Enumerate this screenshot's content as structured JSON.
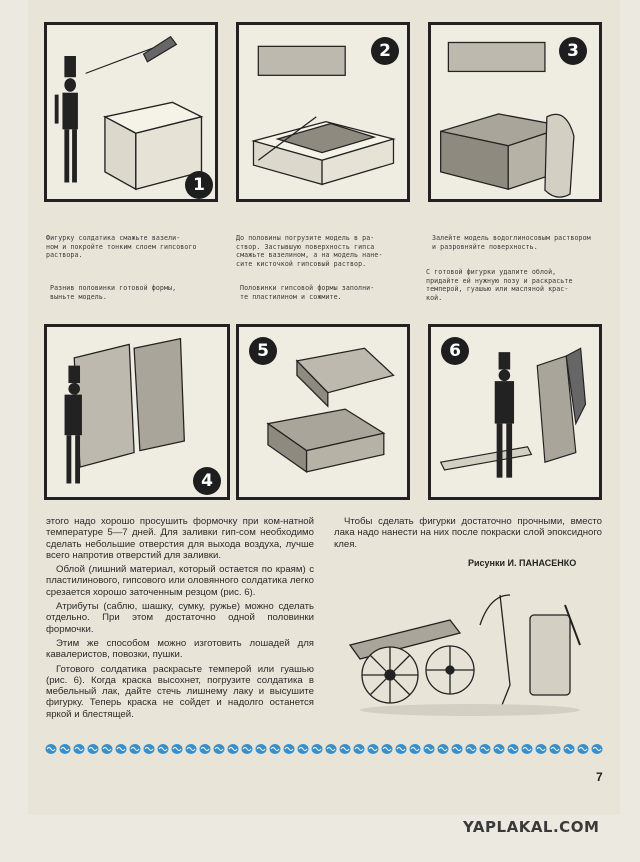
{
  "panels": [
    {
      "number": "1"
    },
    {
      "number": "2"
    },
    {
      "number": "3"
    },
    {
      "number": "4"
    },
    {
      "number": "5"
    },
    {
      "number": "6"
    }
  ],
  "captions": {
    "c1a": "Фигурку солдатика смажьте вазели-\nном и покройте тонким слоем гипсового\nраствора.",
    "c1b": "Разнив половинки готовой формы,\nвыньте модель.",
    "c2a": "До половины погрузите модель в ра-\nствор. Застывшую поверхность гипса\nсмажьте вазелином, а на модель нане-\nсите кисточкой гипсовый раствор.",
    "c2b": "Половинки гипсовой формы заполни-\nте пластилином и сожмите.",
    "c3a": "Залейте модель водоглиносовым раствором\nи разровняйте поверхность.",
    "c3b": "С готовой фигурки удалите облой,\nпридайте ей нужную позу и раскрасьте\nтемперой, гуашью или масляной крас-\nкой."
  },
  "article": {
    "col1": [
      "этого надо хорошо просушить формочку при ком-натной температуре 5—7 дней. Для заливки гип-сом необходимо сделать небольшие отверстия для выхода воздуха, лучше всего напротив отверстий для заливки.",
      "Облой (лишний материал, который остается по краям) с пластилинового, гипсового или оловянного солдатика легко срезается хорошо заточенным резцом (рис. 6).",
      "Атрибуты (саблю, шашку, сумку, ружье) можно сделать отдельно. При этом достаточно одной половинки формочки.",
      "Этим же способом можно изготовить лошадей для кавалеристов, повозки, пушки.",
      "Готового солдатика раскрасьте темперой или гуашью (рис. 6). Когда краска высохнет, погрузите солдатика в мебельный лак, дайте стечь лишнему лаку и высушите фигурку. Теперь краска не сойдет и надолго останется яркой и блестящей."
    ],
    "col2": [
      "Чтобы сделать фигурки достаточно прочными, вместо лака надо нанести на них после покраски слой эпоксидного клея."
    ],
    "credit": "Рисунки И. ПАНАСЕНКО"
  },
  "page_number": "7",
  "watermark": "YAPLAKAL.COM",
  "colors": {
    "ink": "#222222",
    "paper": "#e8e4d8",
    "border_blue": "#3a8fc9"
  }
}
